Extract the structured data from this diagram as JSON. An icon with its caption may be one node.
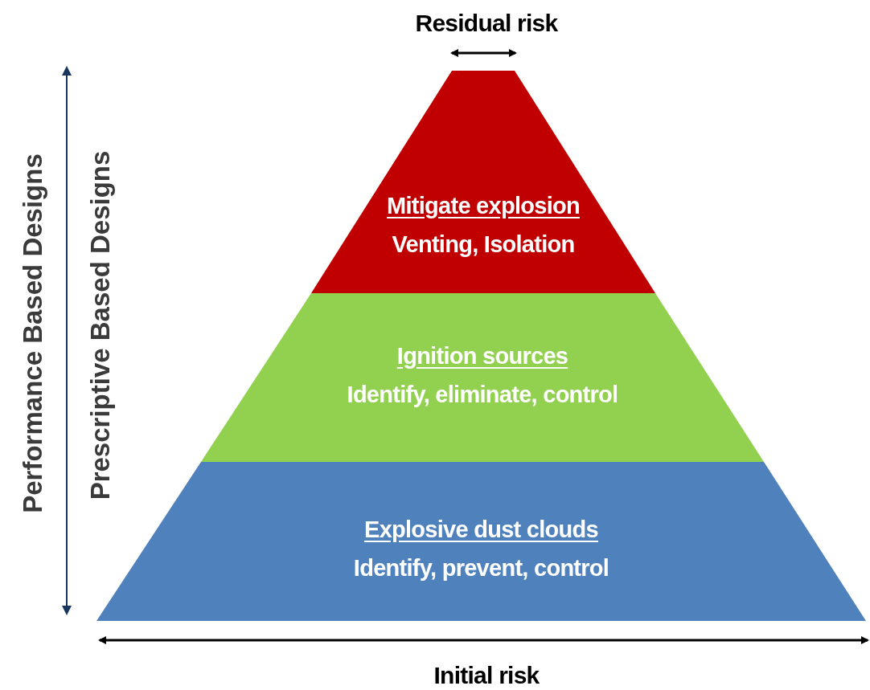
{
  "diagram": {
    "nodes": [
      {
        "text": [
          "Mitigate explosion",
          "Venting, Isolation"
        ]
      },
      {
        "text": [
          "Ignition sources",
          "Identify, eliminate, control"
        ]
      },
      {
        "text": [
          "Explosive dust clouds",
          "Identify, prevent, control"
        ]
      }
    ],
    "labels": [
      "Residual risk",
      "Performance Based Designs",
      "Prescriptive Based Designs",
      "Initial risk"
    ]
  }
}
